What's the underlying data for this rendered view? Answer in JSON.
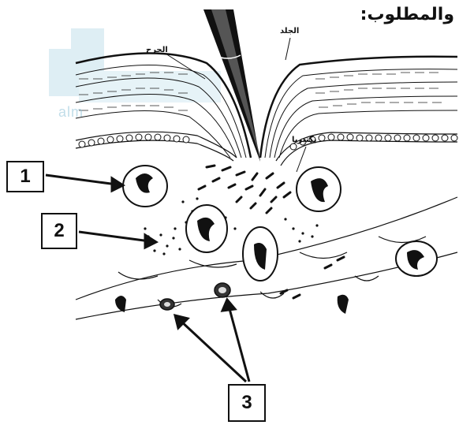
{
  "heading": "والمطلوب:",
  "tags": {
    "skin": "الجلد",
    "wound": "الجرح",
    "bacteria": "بكتيريا"
  },
  "labels": {
    "one": "1",
    "two": "2",
    "three": "3"
  },
  "watermark_text": "alm"
}
